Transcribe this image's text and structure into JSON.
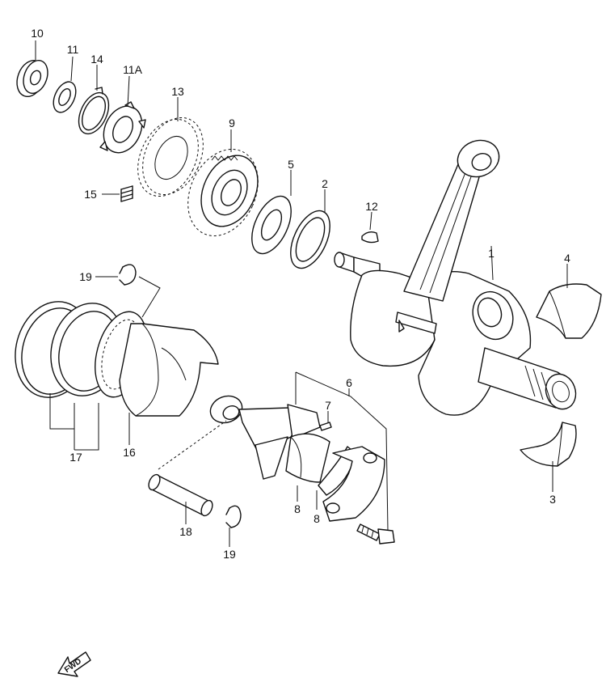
{
  "labels": {
    "p1": "1",
    "p2": "2",
    "p3": "3",
    "p4": "4",
    "p5": "5",
    "p6": "6",
    "p7": "7",
    "p8a": "8",
    "p8b": "8",
    "p9": "9",
    "p10": "10",
    "p11": "11",
    "p11a": "11A",
    "p12": "12",
    "p13": "13",
    "p14": "14",
    "p15": "15",
    "p16": "16",
    "p17": "17",
    "p18": "18",
    "p19a": "19",
    "p19b": "19"
  },
  "fwd": "FWD"
}
